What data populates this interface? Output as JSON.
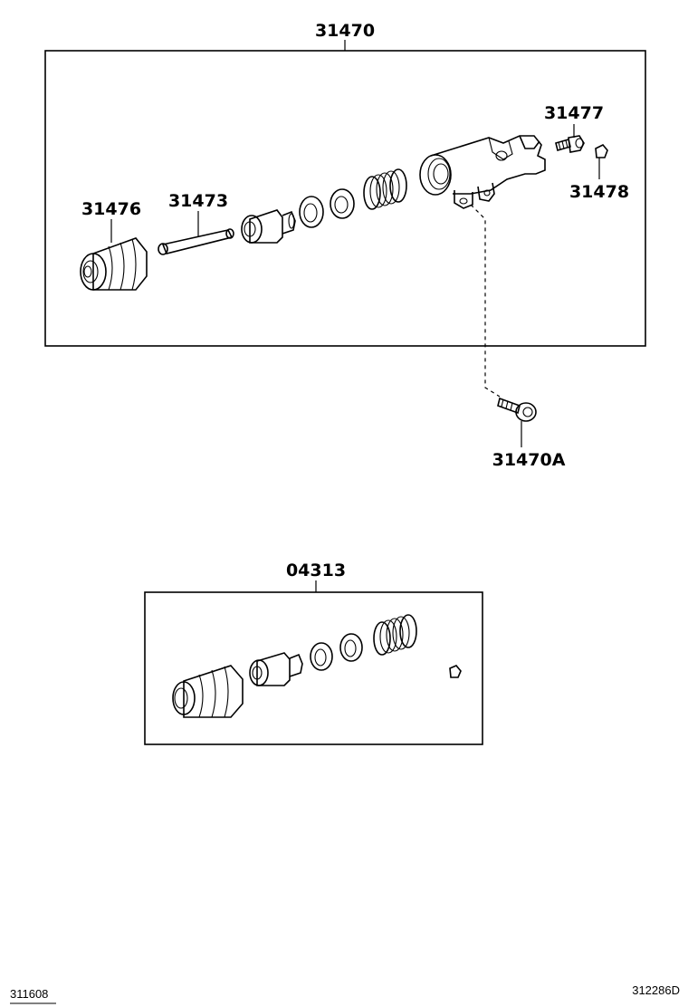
{
  "labels": {
    "assembly": "31470",
    "boot": "31476",
    "push_rod": "31473",
    "bleeder_plug": "31477",
    "bleeder_cap": "31478",
    "bolt": "31470A",
    "kit": "04313"
  },
  "footer": {
    "left_code": "311608",
    "right_code": "312286D"
  }
}
